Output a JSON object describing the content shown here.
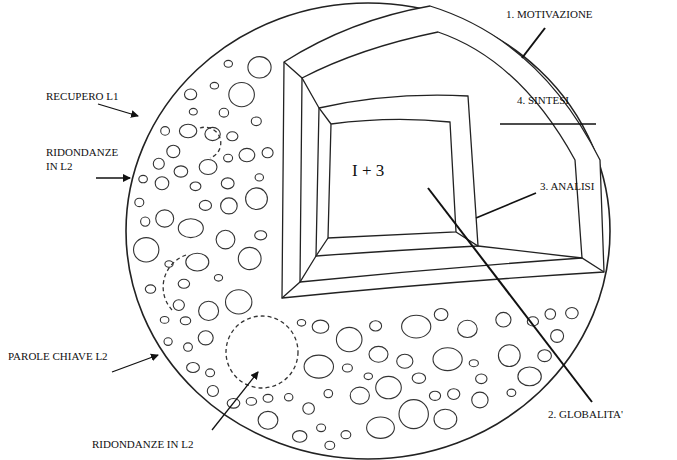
{
  "diagram": {
    "labels": [
      "1. MOTIVAZIONE",
      "RECUPERO L1",
      "4. SINTESI",
      "RIDONDANZE IN L2",
      "I + 3",
      "3. ANALISI",
      "PAROLE CHIAVE L2",
      "2. GLOBALITA'",
      "RIDONDANZE IN L2"
    ]
  }
}
